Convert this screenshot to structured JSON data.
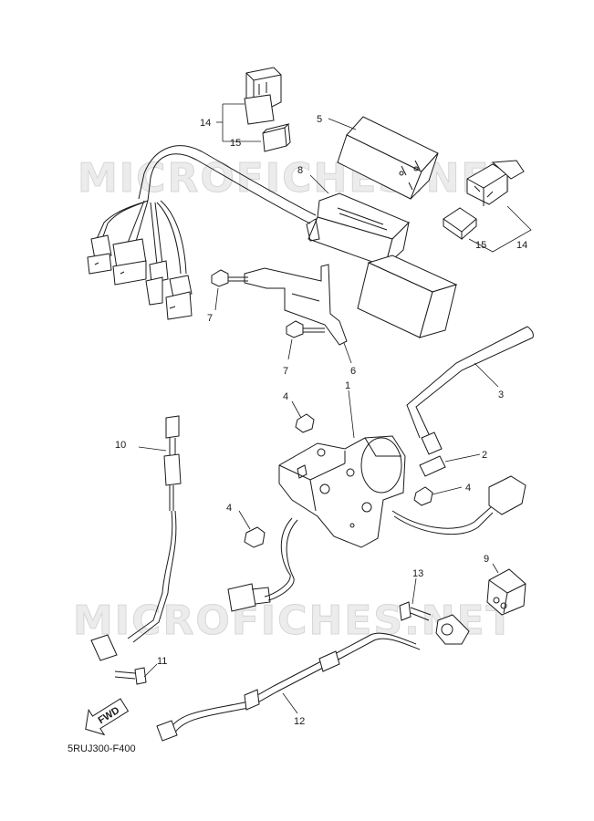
{
  "watermark": {
    "top": "MICROFICHES.NET",
    "bottom": "MICROFICHES.NET"
  },
  "callouts": {
    "c1": "1",
    "c2": "2",
    "c3": "3",
    "c4a": "4",
    "c4b": "4",
    "c4c": "4",
    "c5": "5",
    "c6": "6",
    "c7a": "7",
    "c7b": "7",
    "c8": "8",
    "c9": "9",
    "c10": "10",
    "c11": "11",
    "c12": "12",
    "c13": "13",
    "c14a": "14",
    "c14b": "14",
    "c15a": "15",
    "c15b": "15"
  },
  "fwd_arrow": {
    "label": "FWD"
  },
  "diagram_code": "5RUJ300-F400"
}
